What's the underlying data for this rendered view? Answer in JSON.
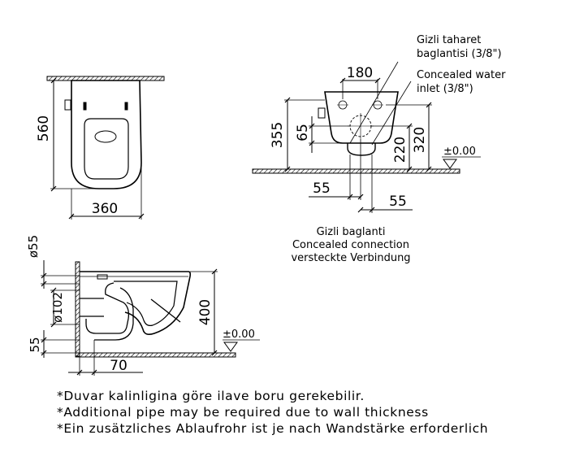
{
  "top_view": {
    "dim_height": "560",
    "dim_width": "360"
  },
  "front_view": {
    "dim_180": "180",
    "dim_65": "65",
    "dim_355": "355",
    "dim_220": "220",
    "dim_320": "320",
    "floor_level": "±0.00",
    "dim_55_left": "55",
    "dim_55_right": "55",
    "callout_bidet_line1": "Gizli taharet",
    "callout_bidet_line2": "baglantisi (3/8\")",
    "callout_water_line1": "Concealed water",
    "callout_water_line2": "inlet (3/8\")",
    "connection_line1": "Gizli baglanti",
    "connection_line2": "Concealed connection",
    "connection_line3": "versteckte Verbindung"
  },
  "side_view": {
    "dim_dia55": "ø55",
    "dim_dia102": "ø102",
    "dim_55": "55",
    "dim_400": "400",
    "dim_70": "70",
    "floor_level": "±0.00"
  },
  "notes": [
    "*Duvar kalinligina göre ilave boru gerekebilir.",
    "*Additional pipe may be required due to wall thickness",
    "*Ein zusätzliches Ablaufrohr ist je nach Wandstärke erforderlich"
  ]
}
